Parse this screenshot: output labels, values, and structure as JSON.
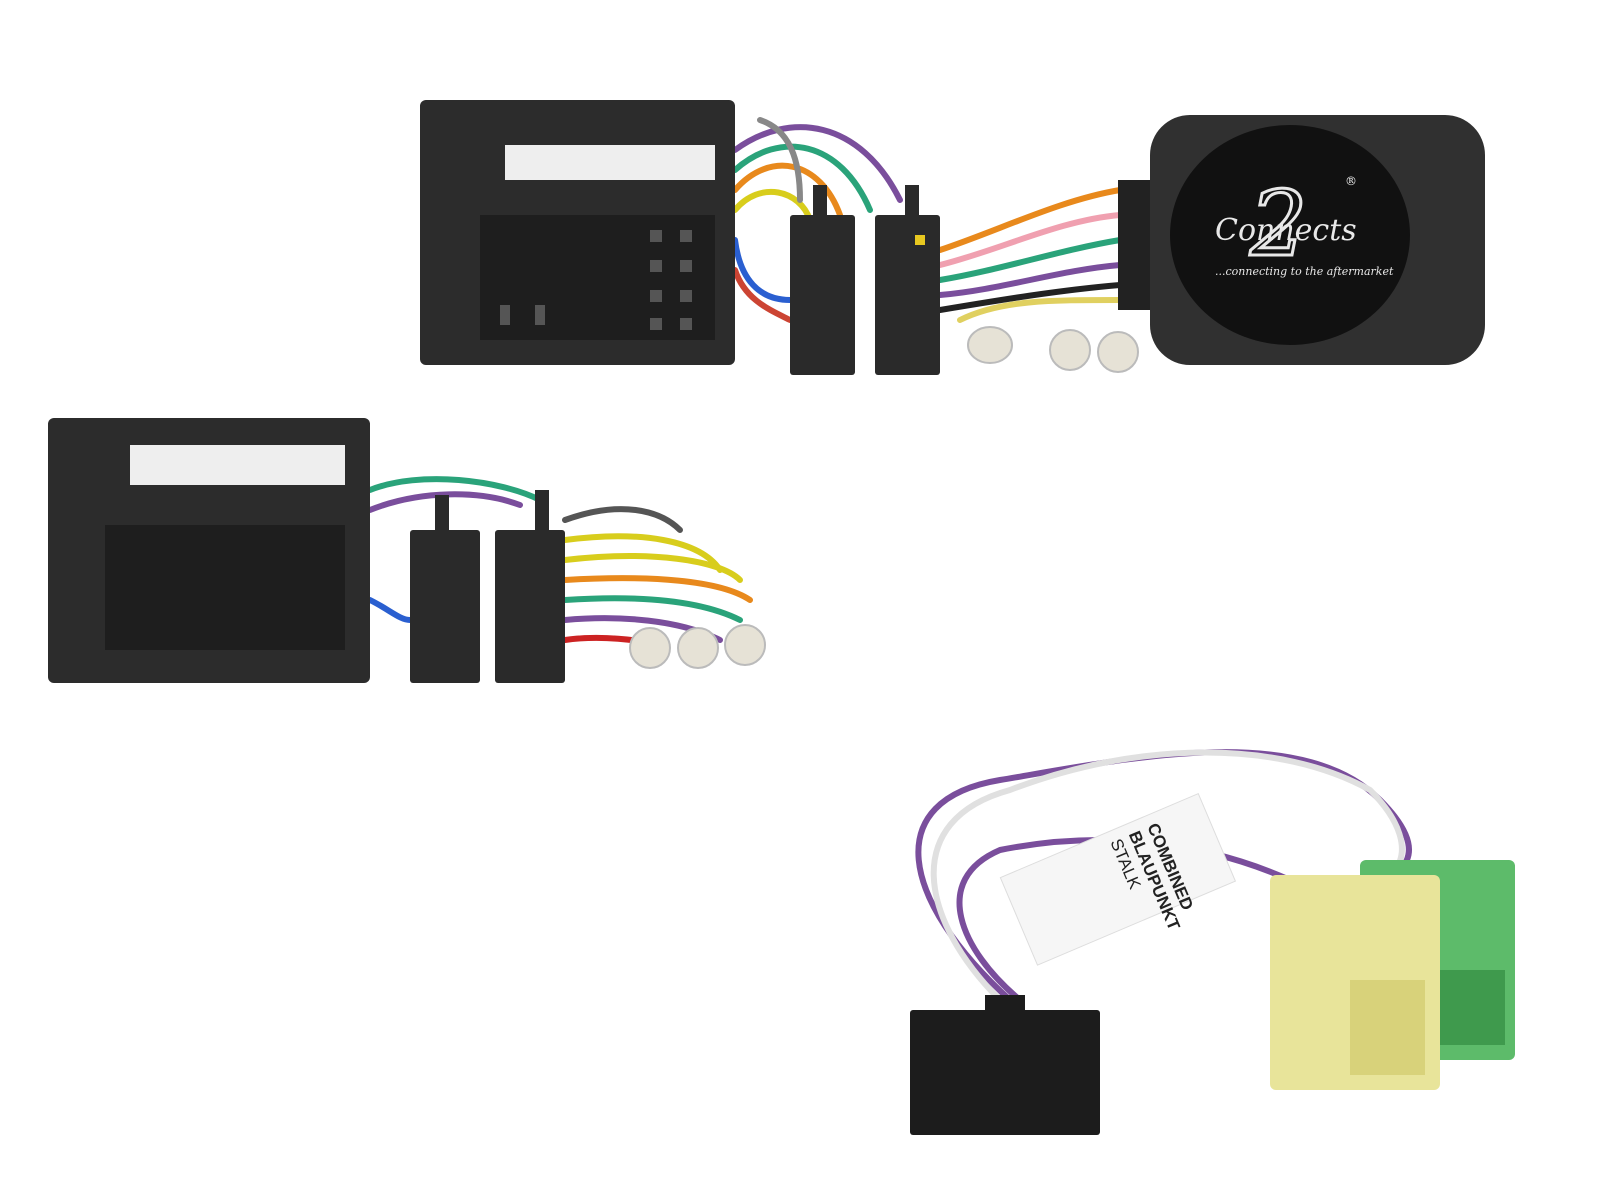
{
  "product": {
    "logo": {
      "brand": "Connects",
      "numeral": "2",
      "registered": "®",
      "tagline": "...connecting to the aftermarket"
    },
    "cable_label": {
      "line1": "COMBINED",
      "line2": "BLAUPUNKT",
      "line3": "STALK"
    },
    "colors": {
      "housing": "#2a2a2a",
      "yellow_plug": "#e8e49a",
      "green_plug": "#5dbb6a",
      "purple_wire": "#7a4e9c"
    }
  }
}
